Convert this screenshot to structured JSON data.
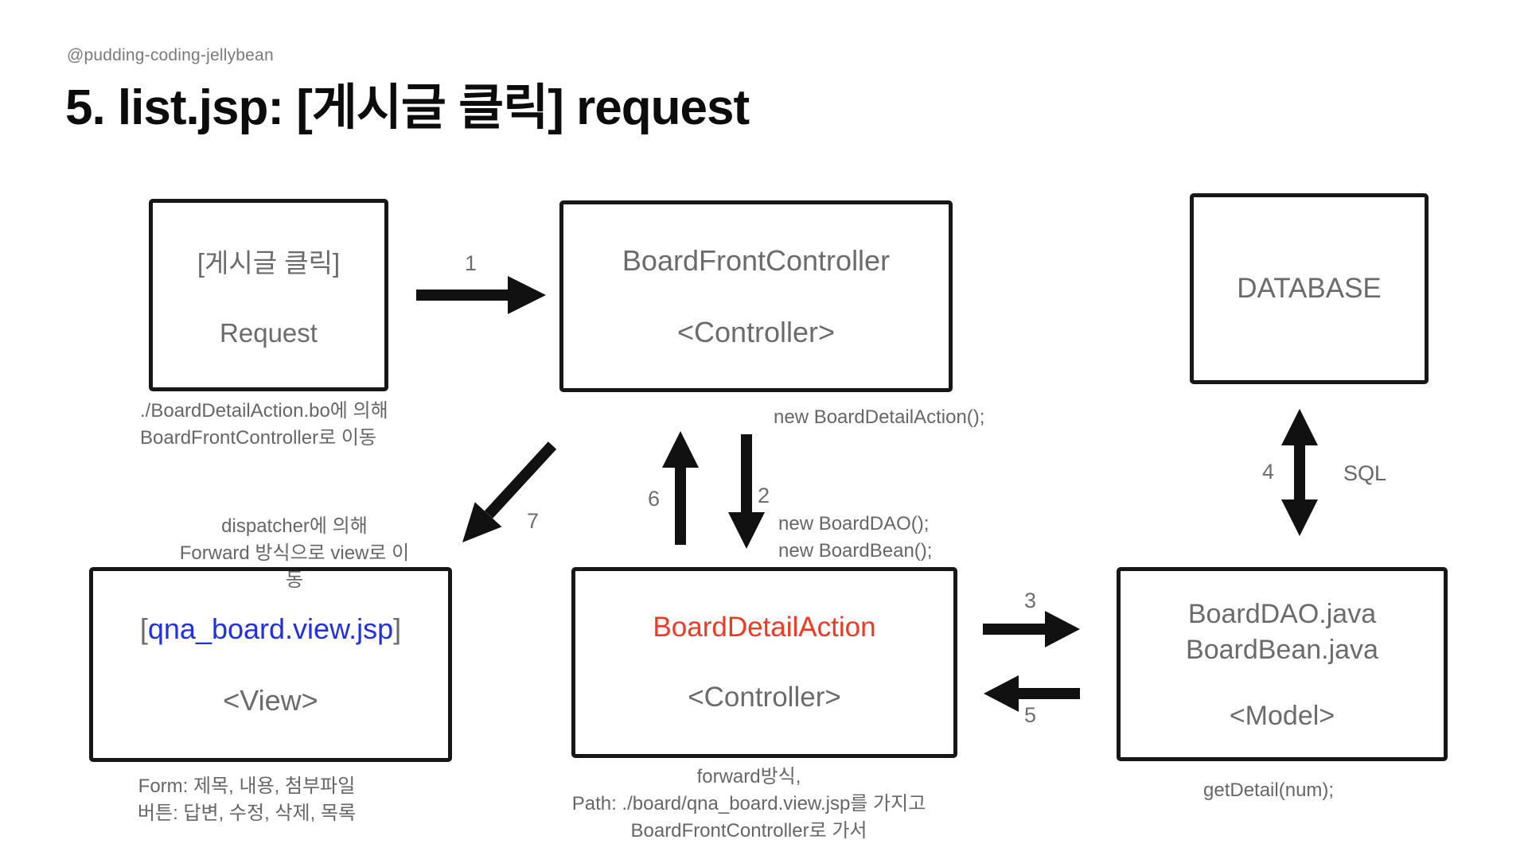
{
  "header": {
    "handle": "@pudding-coding-jellybean",
    "title": "5. list.jsp: [게시글 클릭] request"
  },
  "boxes": {
    "request": {
      "line1": "[게시글 클릭]",
      "line2": "Request"
    },
    "front_controller": {
      "name": "BoardFrontController",
      "role": "<Controller>"
    },
    "database": {
      "name": "DATABASE"
    },
    "view": {
      "bracket_open": "[",
      "name": "qna_board.view.jsp",
      "bracket_close": "]",
      "role": "<View>"
    },
    "detail_action": {
      "name": "BoardDetailAction",
      "role": "<Controller>"
    },
    "model": {
      "file1": "BoardDAO.java",
      "file2": "BoardBean.java",
      "role": "<Model>"
    }
  },
  "notes": {
    "request_note": {
      "line1": "./BoardDetailAction.bo에 의해",
      "line2": "BoardFrontController로 이동"
    },
    "new_detail_action": "new BoardDetailAction();",
    "dispatcher_note": {
      "line1": "dispatcher에 의해",
      "line2": "Forward 방식으로 view로 이동"
    },
    "new_dao_note": {
      "line1": "new BoardDAO();",
      "line2": "new BoardBean();"
    },
    "forward_note": {
      "line1": "forward방식,",
      "line2": "Path: ./board/qna_board.view.jsp를 가지고",
      "line3": "BoardFrontController로 가서"
    },
    "form_note": {
      "line1": "Form: 제목, 내용, 첨부파일",
      "line2": "버튼: 답변, 수정, 삭제, 목록"
    },
    "get_detail": "getDetail(num);",
    "sql": "SQL"
  },
  "arrows": {
    "step1": "1",
    "step2": "2",
    "step3": "3",
    "step4": "4",
    "step5": "5",
    "step6": "6",
    "step7": "7"
  },
  "colors": {
    "text_gray": "#6b6b6b",
    "highlight_red": "#ee3a23",
    "highlight_blue": "#2130e0",
    "arrow_black": "#111111"
  }
}
